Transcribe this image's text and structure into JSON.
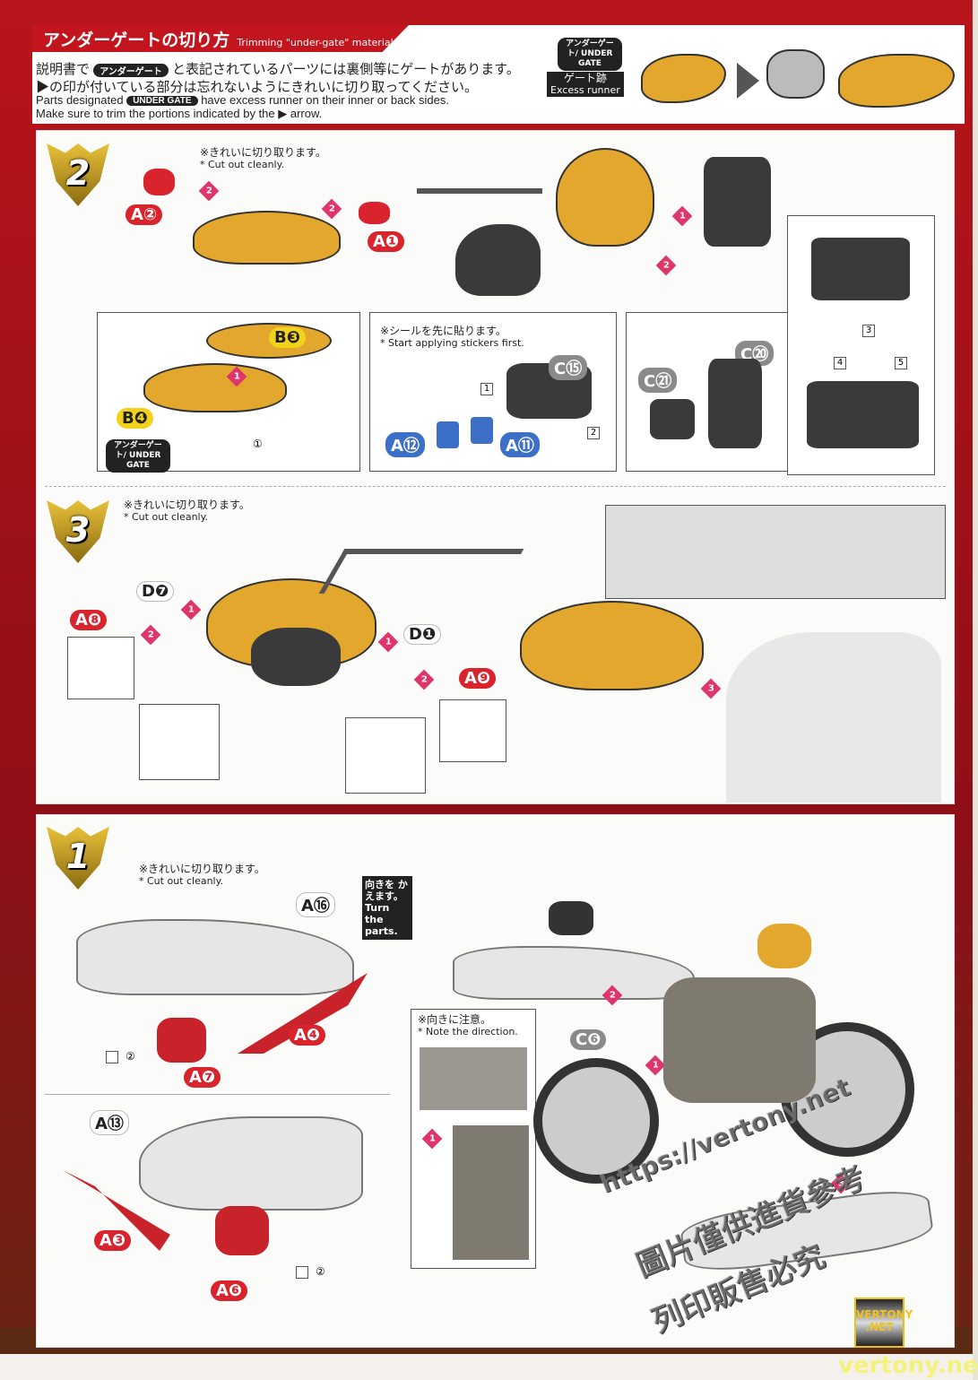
{
  "header": {
    "title_jp": "アンダーゲートの切り方",
    "title_en": "Trimming \"under-gate\" material",
    "line1_pre": "説明書で",
    "line1_badge": "アンダーゲート",
    "line1_post": "と表記されているパーツには裏側等にゲートがあります。",
    "line2": "▶の印が付いている部分は忘れないようにきれいに切り取ってください。",
    "line3_pre": "Parts designated",
    "line3_badge": "UNDER GATE",
    "line3_post": "have excess runner on their inner or back sides.",
    "line4": "Make sure to trim the portions indicated by the ▶ arrow.",
    "badge_ug": "アンダーゲート/ UNDER GATE",
    "badge_excess_jp": "ゲート跡",
    "badge_excess_en": "Excess runner"
  },
  "step2": {
    "number": "2",
    "note_jp": "※きれいに切り取ります。",
    "note_en": "* Cut out cleanly.",
    "labels": {
      "a2": "A②",
      "a1": "A❶",
      "b3": "B❸",
      "b4": "B❹",
      "c15": "C⑮",
      "c20": "C⑳",
      "c21": "C㉑",
      "a12": "A⑫",
      "a11": "A⑪"
    },
    "sticker_note_jp": "※シールを先に貼ります。",
    "sticker_note_en": "* Start applying stickers first.",
    "stickers": [
      "1",
      "2",
      "3",
      "4",
      "5"
    ],
    "circled": "①",
    "under_gate_badge": "アンダーゲート/ UNDER GATE",
    "steps": [
      "1",
      "2"
    ]
  },
  "step3": {
    "number": "3",
    "note_jp": "※きれいに切り取ります。",
    "note_en": "* Cut out cleanly.",
    "labels": {
      "d7": "D❼",
      "d1": "D❶",
      "a8": "A❽",
      "a9": "A❾"
    },
    "steps": [
      "1",
      "2",
      "3"
    ]
  },
  "step1": {
    "number": "1",
    "note_jp": "※きれいに切り取ります。",
    "note_en": "* Cut out cleanly.",
    "labels": {
      "a16": "A⑯",
      "a7": "A❼",
      "a4": "A❹",
      "a13": "A⑬",
      "a3": "A❸",
      "a6": "A❻",
      "c6": "C❻"
    },
    "turn_jp": "向きを かえます。",
    "turn_en": "Turn the parts.",
    "direction_jp": "※向きに注意。",
    "direction_en": "* Note the direction.",
    "circled": "②",
    "steps": [
      "1",
      "2",
      "3"
    ]
  },
  "watermark": {
    "url": "https://vertony.net",
    "cn1": "圖片僅供進貨參考",
    "cn2": "列印販售必究",
    "logo": "VERTONY .NET",
    "site": "vertony.net"
  }
}
